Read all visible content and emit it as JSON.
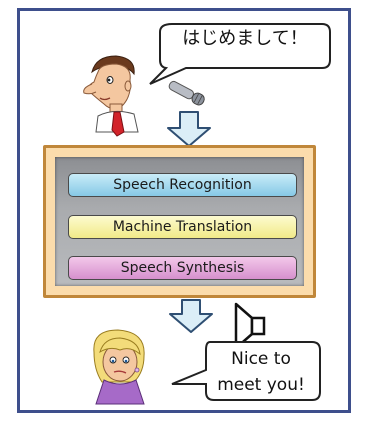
{
  "speaker_bubble": {
    "text": "はじめまして！"
  },
  "pipeline": {
    "stages": [
      {
        "label": "Speech Recognition"
      },
      {
        "label": "Machine Translation"
      },
      {
        "label": "Speech Synthesis"
      }
    ]
  },
  "listener_bubble": {
    "line1": "Nice to",
    "line2": "meet you!"
  },
  "icons": [
    "man-speaker-icon",
    "microphone-icon",
    "down-arrow-icon",
    "loudspeaker-icon",
    "woman-listener-icon"
  ],
  "colors": {
    "frame_border": "#3e4f8c",
    "pipeline_fill": "#fbdcac",
    "pipeline_border": "#c0873a",
    "arrow_fill": "#dbeef7",
    "arrow_stroke": "#2f4f73",
    "stage_recognition": "#9bd4ec",
    "stage_translation": "#f6f0a4",
    "stage_synthesis": "#e2a7dc"
  }
}
